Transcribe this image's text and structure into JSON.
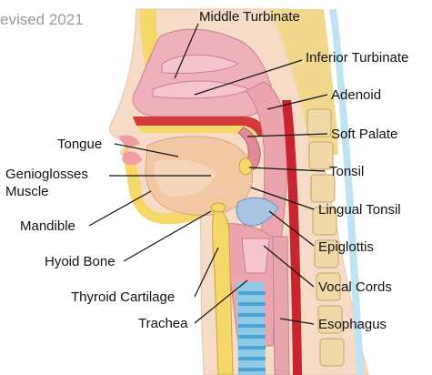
{
  "corner_text": "evised 2021",
  "labels": {
    "middle_turbinate": "Middle Turbinate",
    "inferior_turbinate": "Inferior Turbinate",
    "adenoid": "Adenoid",
    "soft_palate": "Soft Palate",
    "tongue": "Tongue",
    "genioglossus_1": "Genioglosses",
    "genioglossus_2": "Muscle",
    "tonsil": "Tonsil",
    "lingual_tonsil": "Lingual Tonsil",
    "mandible": "Mandible",
    "epiglottis": "Epiglottis",
    "hyoid_bone": "Hyoid Bone",
    "vocal_cords": "Vocal Cords",
    "thyroid_cartilage": "Thyroid Cartilage",
    "trachea": "Trachea",
    "esophagus": "Esophagus"
  }
}
